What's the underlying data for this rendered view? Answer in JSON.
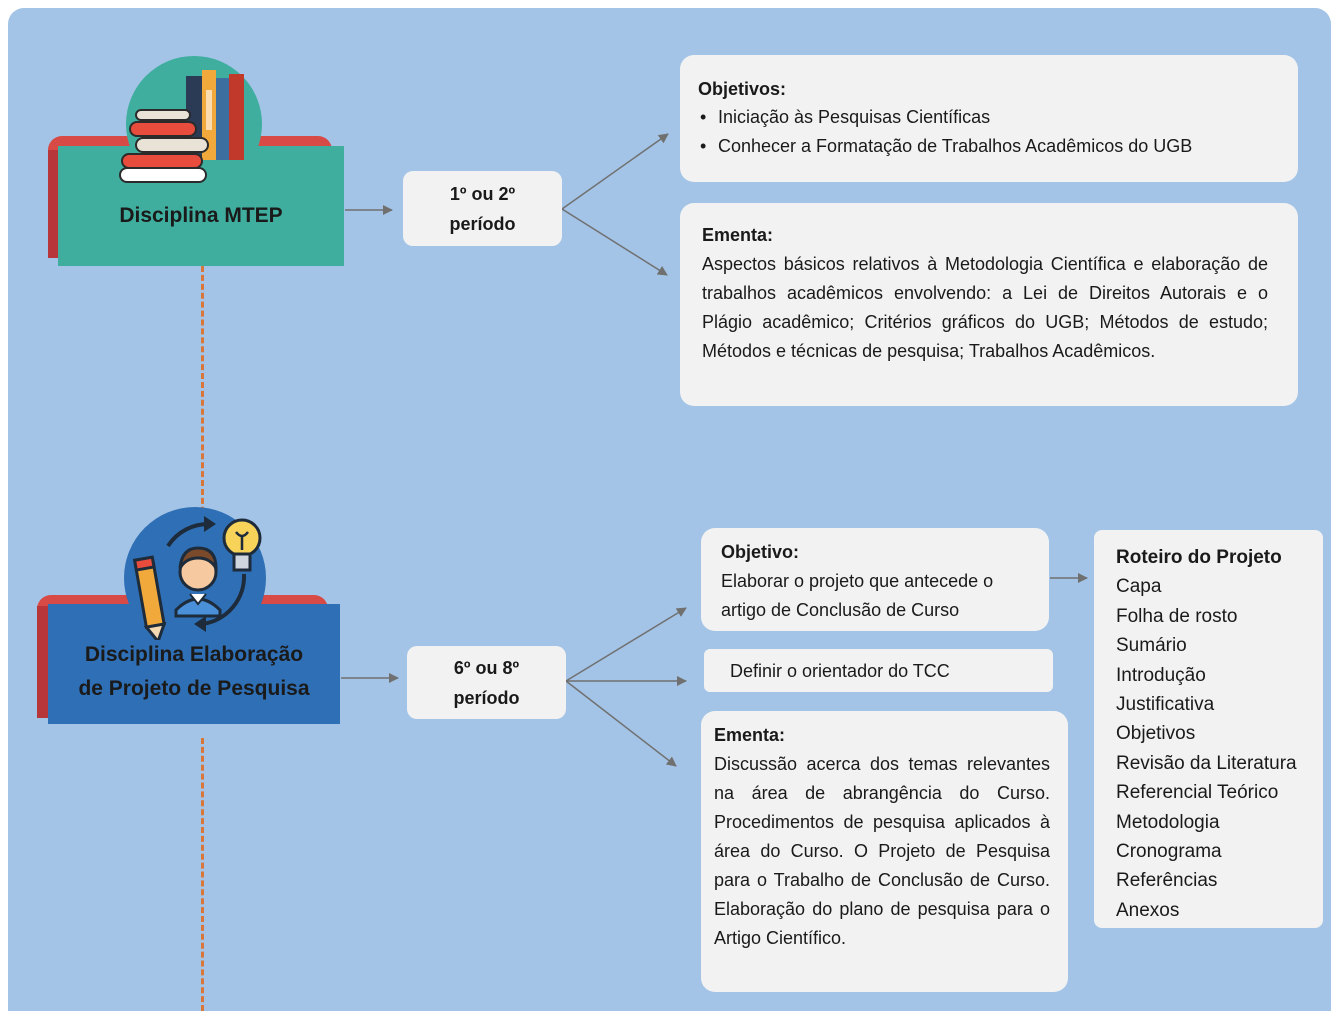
{
  "colors": {
    "panel": "#a3c4e6",
    "card": "#f2f2f2",
    "teal": "#3fae9e",
    "blue": "#2f6fb5",
    "red_tab": "#d84a45",
    "dashed_line": "#d9773a",
    "arrow": "#707070"
  },
  "section1": {
    "discipline": "Disciplina MTEP",
    "icon": "books-stack-icon",
    "period_line1": "1º ou 2º",
    "period_line2": "período",
    "objectives": {
      "title": "Objetivos:",
      "items": [
        "Iniciação às Pesquisas Científicas",
        "Conhecer a Formatação de Trabalhos Acadêmicos do UGB"
      ]
    },
    "ementa": {
      "title": "Ementa:",
      "text": "Aspectos básicos relativos à Metodologia Científica e elaboração de trabalhos acadêmicos envolvendo: a Lei de Direitos Autorais e o Plágio acadêmico; Critérios gráficos do UGB; Métodos de estudo; Métodos e técnicas de pesquisa; Trabalhos Acadêmicos."
    }
  },
  "section2": {
    "discipline_line1": "Disciplina Elaboração",
    "discipline_line2": "de Projeto de Pesquisa",
    "icon": "researcher-idea-icon",
    "period_line1": "6º ou 8º",
    "period_line2": "período",
    "objective": {
      "title": "Objetivo:",
      "text": "Elaborar o projeto que antecede o artigo de Conclusão de Curso"
    },
    "advisor": "Definir o orientador do TCC",
    "ementa": {
      "title": "Ementa:",
      "text": "Discussão acerca dos temas relevantes na área de abrangência do Curso. Procedimentos de pesquisa aplicados à área do Curso. O Projeto de Pesquisa para o Trabalho de Conclusão de Curso. Elaboração do plano de pesquisa para o Artigo Científico."
    },
    "roteiro": {
      "title": "Roteiro do Projeto",
      "items": [
        "Capa",
        "Folha de rosto",
        "Sumário",
        "Introdução",
        "Justificativa",
        "Objetivos",
        "Revisão da Literatura",
        "Referencial Teórico",
        "Metodologia",
        "Cronograma",
        "Referências",
        "Anexos"
      ]
    }
  }
}
